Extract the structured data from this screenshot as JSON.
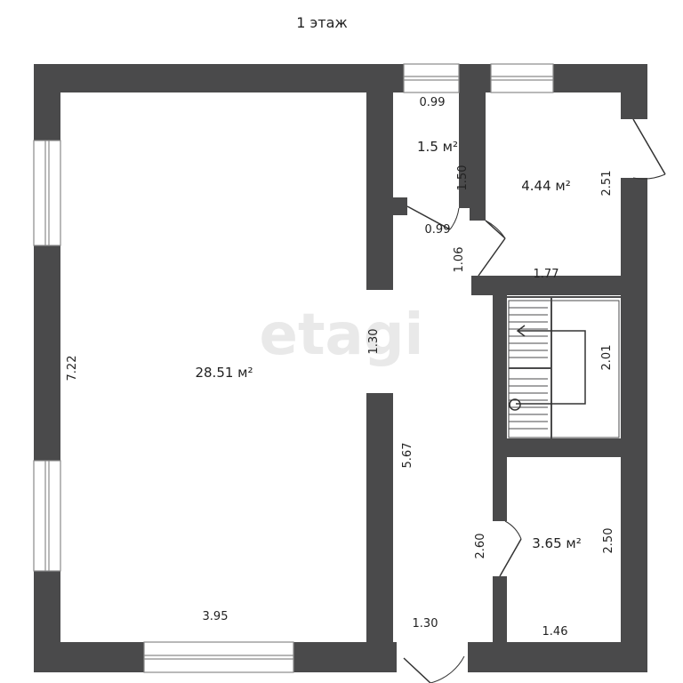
{
  "title": "1 этаж",
  "watermark": "etagi",
  "colors": {
    "wall": "#4a4a4b",
    "window": "#9a9a9a",
    "door_line": "#333333",
    "text": "#222222"
  },
  "rooms": {
    "living": {
      "area": "28.51 м²",
      "height": "7.22",
      "width": "3.95"
    },
    "wc": {
      "area": "1.5 м²",
      "top": "0.99",
      "side": "1.50",
      "bottom": "0.99"
    },
    "room_top_right": {
      "area": "4.44 м²",
      "side": "2.51",
      "bottom": "1.77"
    },
    "stair": {
      "length": "2.01"
    },
    "room_bottom_right": {
      "area": "3.65 м²",
      "left": "2.60",
      "right": "2.50",
      "bottom": "1.46"
    },
    "hall": {
      "door": "1.06",
      "opening": "1.30",
      "length": "5.67",
      "bottom": "1.30"
    }
  }
}
